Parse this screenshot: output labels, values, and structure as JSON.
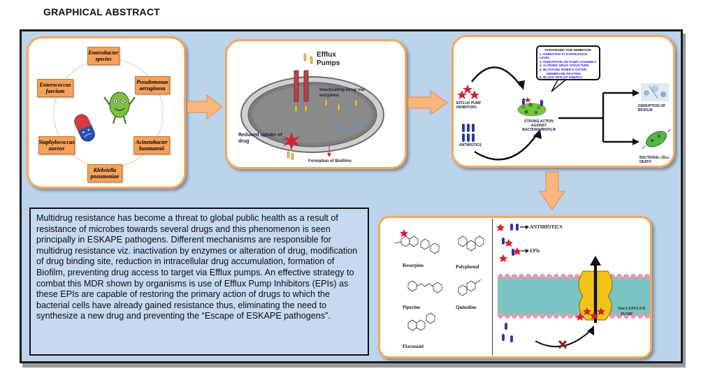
{
  "title": "GRAPHICAL ABSTRACT",
  "pathogens": {
    "enterobacter": "Enterobacter species",
    "pseudomonas": "Pseudomonas aeruginosa",
    "acinetobacter": "Acinetobacter baumannii",
    "klebsiella": "Klebsiella pneumoniae",
    "staphylococcus": "Staphylococcus aureus",
    "enterococcus": "Enterococcus faecium"
  },
  "mechanisms": {
    "efflux_pumps": "Efflux Pumps",
    "inactivating": "Inactivating Drug via enzymes",
    "reduced_uptake": "Reduced uptake of drug",
    "biofilm": "Formation of Biofilms"
  },
  "strategy": {
    "efflux_pump_inhibitors": "EFFLUX PUMP INHIBITORS",
    "antibiotics": "ANTIBIOTICS",
    "strong_action": "STRONG ACTION AGAINST BACTERIA/BIOFILM",
    "disruption_biofilm": "DISRUPTION OF BIOFILM",
    "bacterial_death": "BACTERIAL CELL DEATH",
    "strategies_header": "STRATEGIES FOR INHIBITION:",
    "strategies": [
      "1. INHIBITION AT EXPRESSION LEVEL",
      "2. DISRUPTION OF PUMP ASSEMBLY",
      "3. ALTERED DRUG STRUCTURE",
      "4. BLOCKING INNER & OUTER",
      "MEMBRANE PROTEIN",
      "5. BLOCK EFFLUX ENERGY"
    ]
  },
  "compounds": {
    "reserpine": "Reserpine",
    "polyphenol": "Polyphenol",
    "piperine": "Piperine",
    "quinoline": "Quinoline",
    "flavonoid": "Flavonoid"
  },
  "membrane": {
    "antibiotics": "ANTIBIOTICS",
    "epis": "EPIs",
    "nora_efflux": "NorA EFFLUX",
    "pump": "PUMP"
  },
  "abstract_text": "Multidrug resistance has become a threat to global public health as a result of resistance of microbes towards several drugs and this phenomenon is seen principally in ESKAPE pathogens. Different mechanisms are  responsible for multidrug resistance viz. inactivation by enzymes or alteration of drug, modification of drug binding site, reduction in intracellular drug accumulation, formation of Biofilm, preventing drug access to target via Efflux pumps. An effective strategy to combat this MDR shown by organisms is use of Efflux Pump Inhibitors (EPIs) as these EPIs are capable of restoring the primary action of drugs to which the bacterial cells have already gained resistance thus, eliminating the need to synthesize a new drug and preventing the “Escape of ESKAPE pathogens”.",
  "colors": {
    "frame_bg": "#bcd3ec",
    "panel_border": "#f5a85a",
    "arrow": "#f7b77c",
    "pathogen_box": "#f6a15b",
    "star": "#d62030",
    "drug": "#2b3aa0"
  }
}
